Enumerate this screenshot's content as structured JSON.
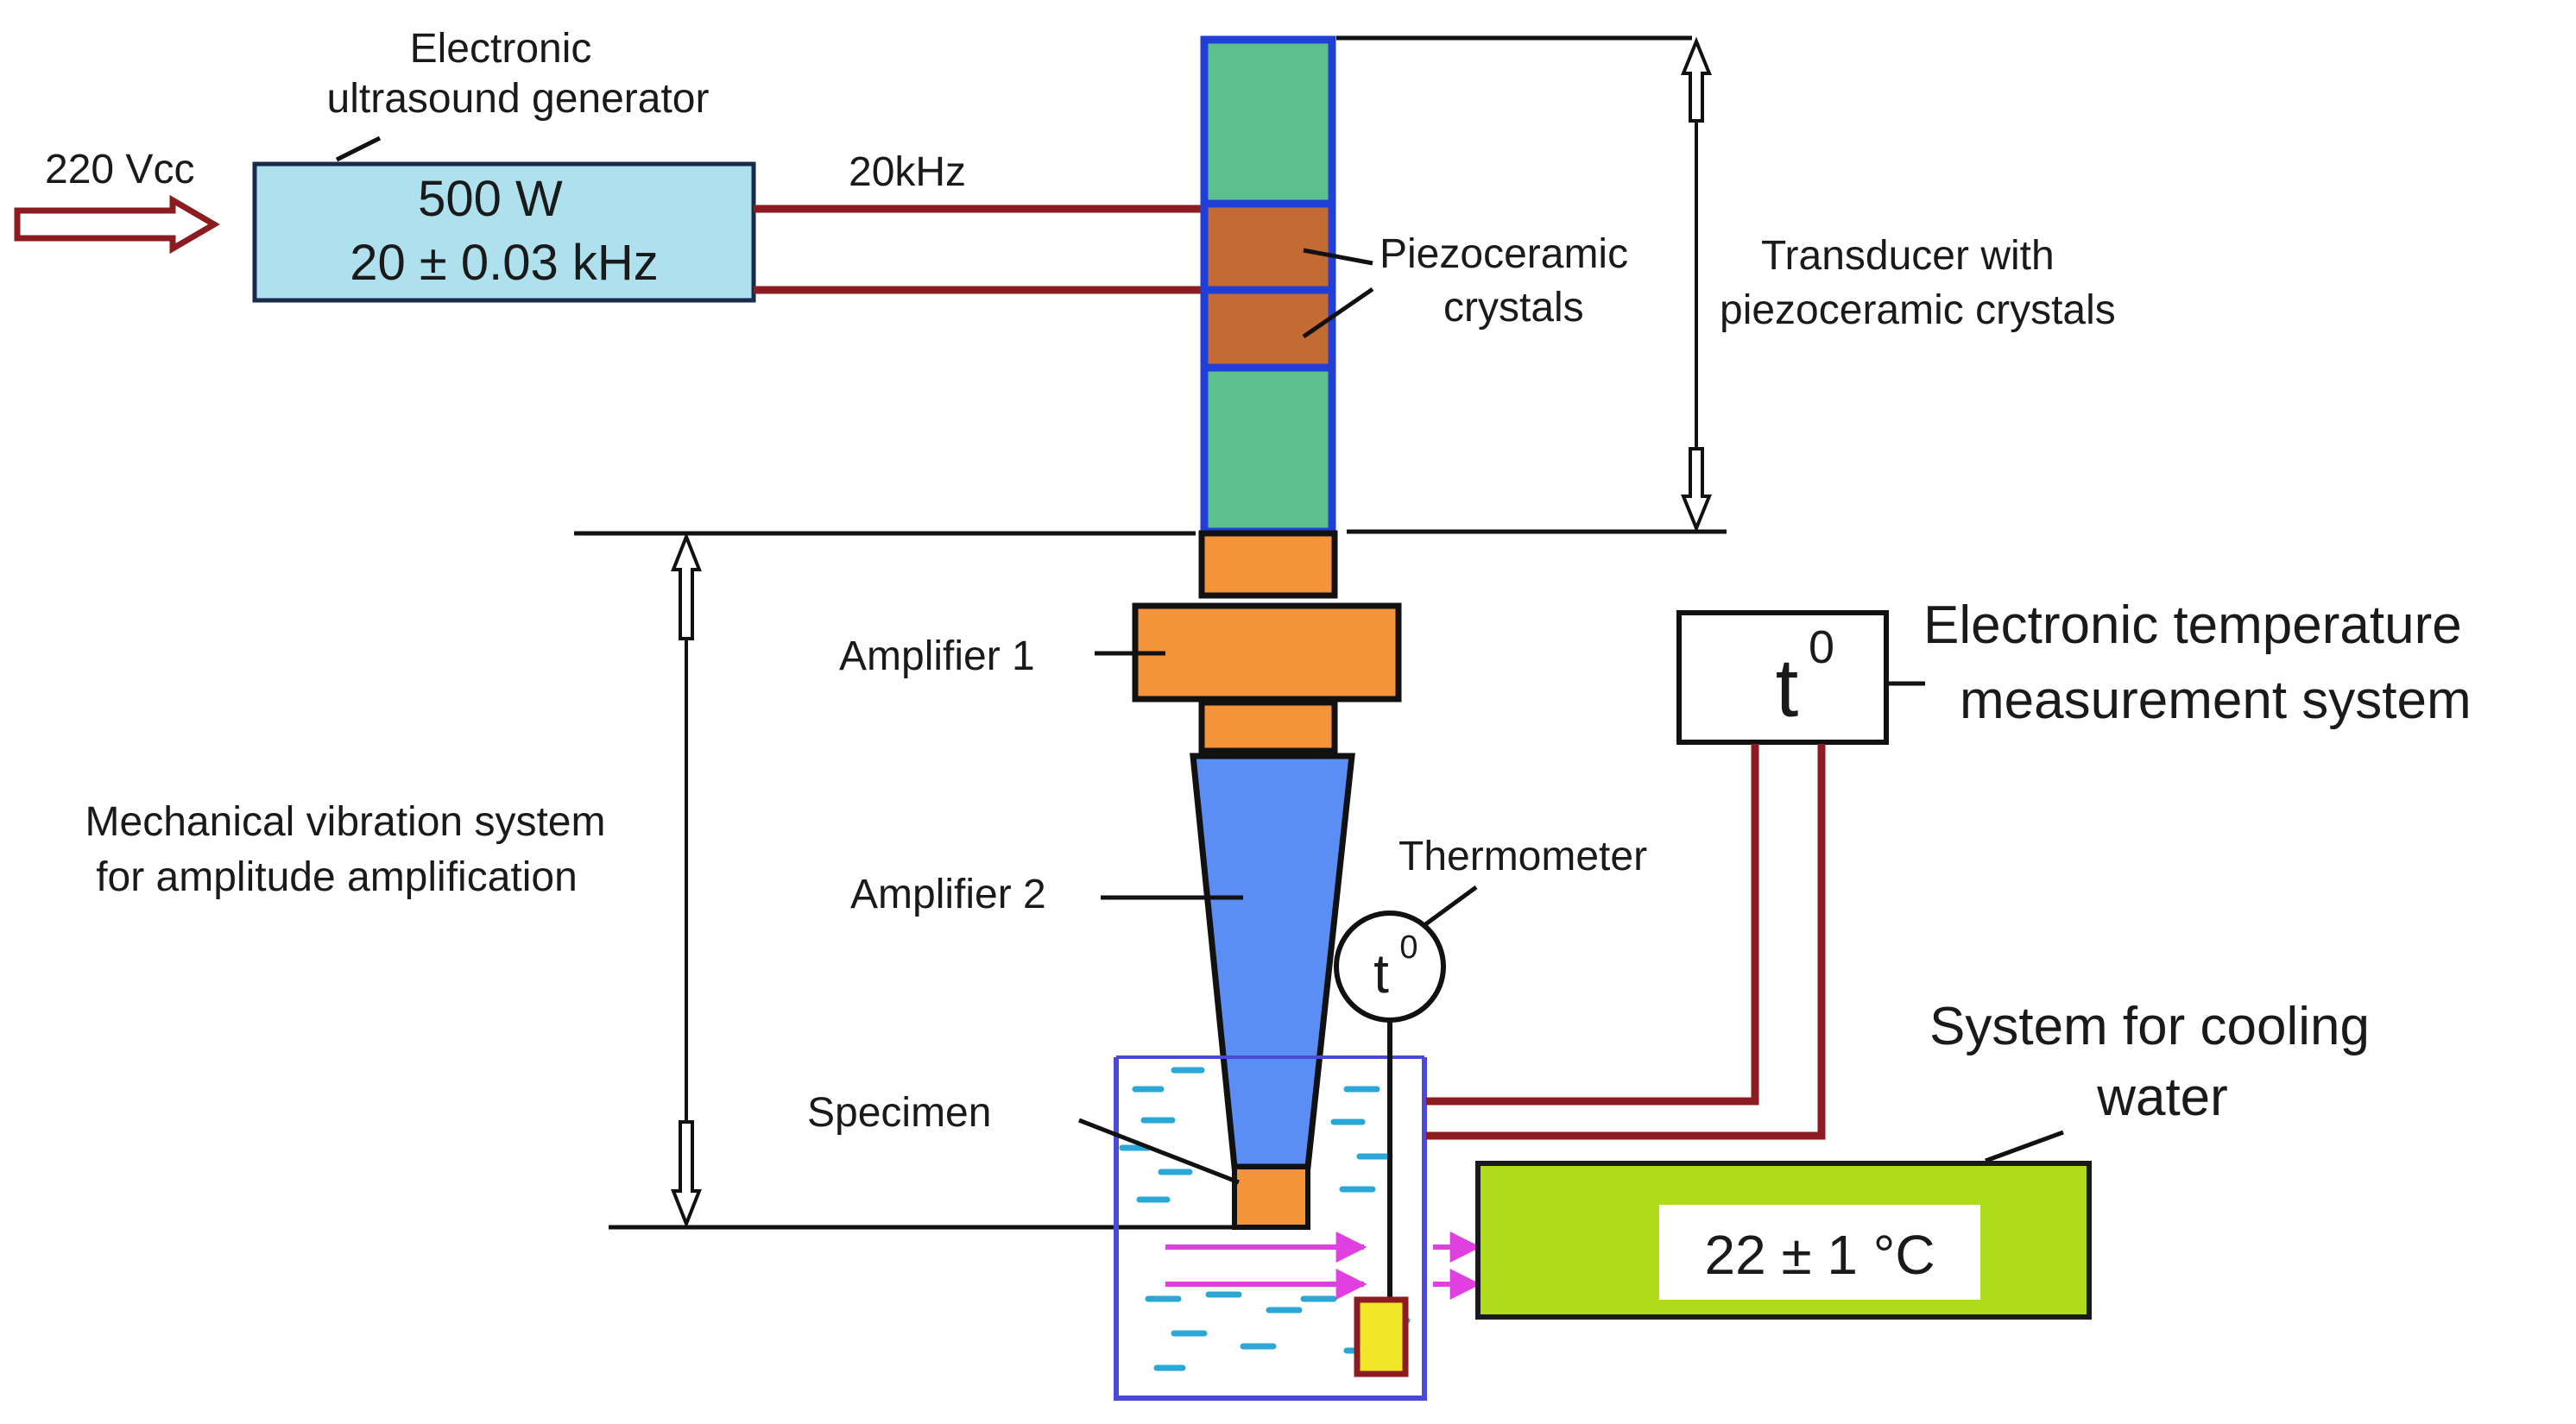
{
  "generator": {
    "title_line1": "Electronic",
    "title_line2": "ultrasound generator",
    "power": "500 W",
    "frequency": "20 ± 0.03 kHz",
    "input_label": "220 Vcc",
    "signal_label": "20kHz"
  },
  "transducer": {
    "crystals_line1": "Piezoceramic",
    "crystals_line2": "crystals",
    "label_line1": "Transducer with",
    "label_line2": "piezoceramic crystals"
  },
  "amplifiers": {
    "amp1": "Amplifier 1",
    "amp2": "Amplifier 2",
    "system_line1": "Mechanical vibration system",
    "system_line2": "for amplitude amplification"
  },
  "specimen": "Specimen",
  "thermometer": {
    "label": "Thermometer",
    "symbol": "t",
    "superscript": "0"
  },
  "temperature_system": {
    "label_line1": "Electronic temperature",
    "label_line2": "measurement system",
    "symbol": "t",
    "superscript": "0"
  },
  "cooling": {
    "label_line1": "System for cooling",
    "label_line2": "water",
    "value": "22 ± 1 °C"
  },
  "colors": {
    "generator_fill": "#aee0ee",
    "transducer_block": "#5cc08e",
    "crystal": "#c46a33",
    "transducer_outline": "#1f3fd6",
    "amplifier": "#f5933a",
    "horn": "#5a8ef5",
    "cable": "#8c1c20",
    "cooling_fill": "#aedc1a",
    "flow_arrow": "#e040e0",
    "water_dash": "#2aa7d6",
    "sensor": "#f2e629"
  }
}
